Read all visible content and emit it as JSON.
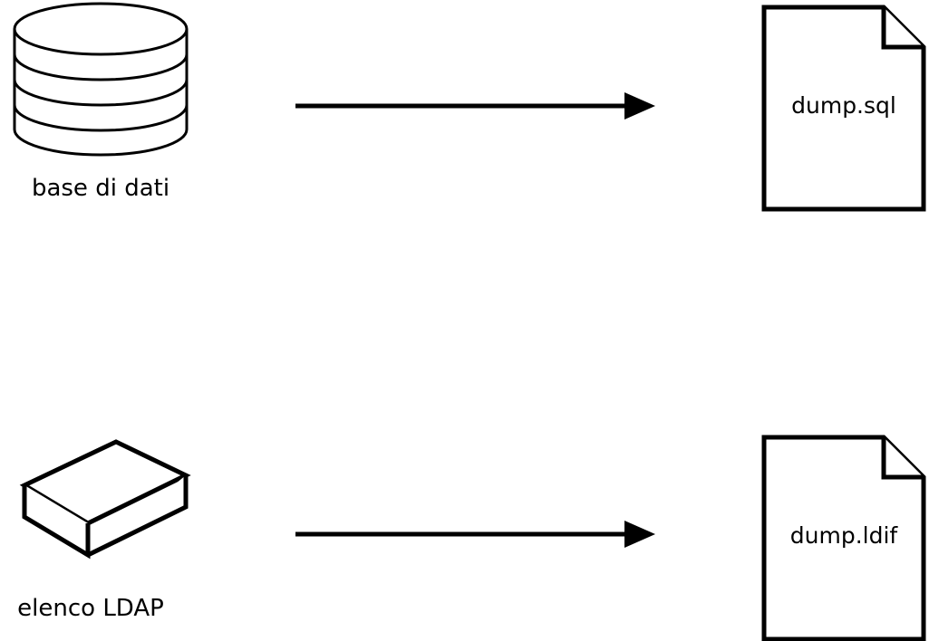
{
  "diagram": {
    "background": "#ffffff",
    "stroke_color": "#000000",
    "rows": [
      {
        "source": {
          "icon": "database-cylinder-icon",
          "label": "base di dati"
        },
        "connector": {
          "icon": "right-arrow-icon"
        },
        "target": {
          "icon": "document-file-icon",
          "label": "dump.sql"
        }
      },
      {
        "source": {
          "icon": "ldap-directory-box-icon",
          "label": "elenco LDAP"
        },
        "connector": {
          "icon": "right-arrow-icon"
        },
        "target": {
          "icon": "document-file-icon",
          "label": "dump.ldif"
        }
      }
    ]
  }
}
